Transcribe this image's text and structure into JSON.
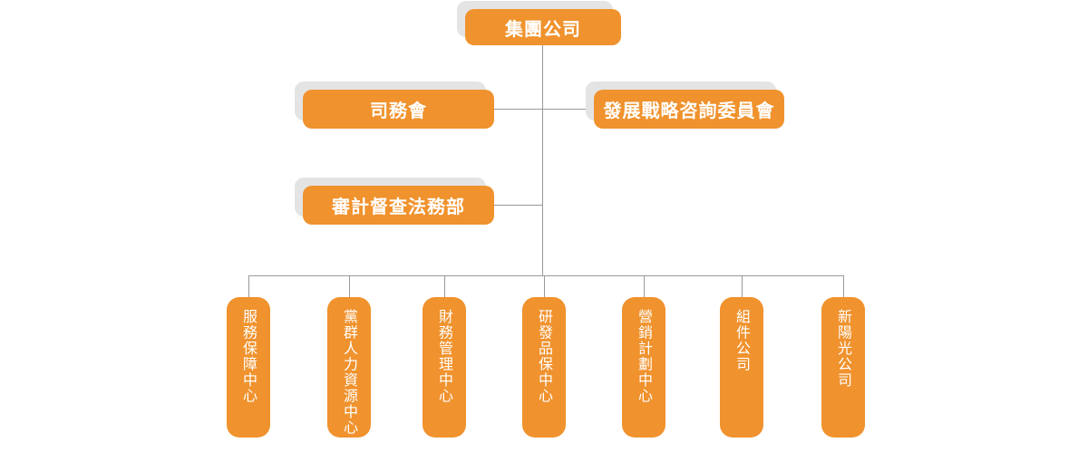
{
  "org_chart": {
    "type": "org-tree",
    "root": {
      "label": "集團公司"
    },
    "committees": [
      {
        "label": "司務會"
      },
      {
        "label": "發展戰略咨詢委員會"
      }
    ],
    "offices": [
      {
        "label": "審計督查法務部"
      }
    ],
    "departments": [
      {
        "label": "服務保障中心"
      },
      {
        "label": "黨群人力資源中心"
      },
      {
        "label": "財務管理中心"
      },
      {
        "label": "研發品保中心"
      },
      {
        "label": "營銷計劃中心"
      },
      {
        "label": "組件公司"
      },
      {
        "label": "新陽光公司"
      }
    ],
    "colors": {
      "node_fill": "#F0922D",
      "node_text": "#FFFFFF",
      "connector": "#999999",
      "shadow": "#E4E4E4"
    }
  }
}
